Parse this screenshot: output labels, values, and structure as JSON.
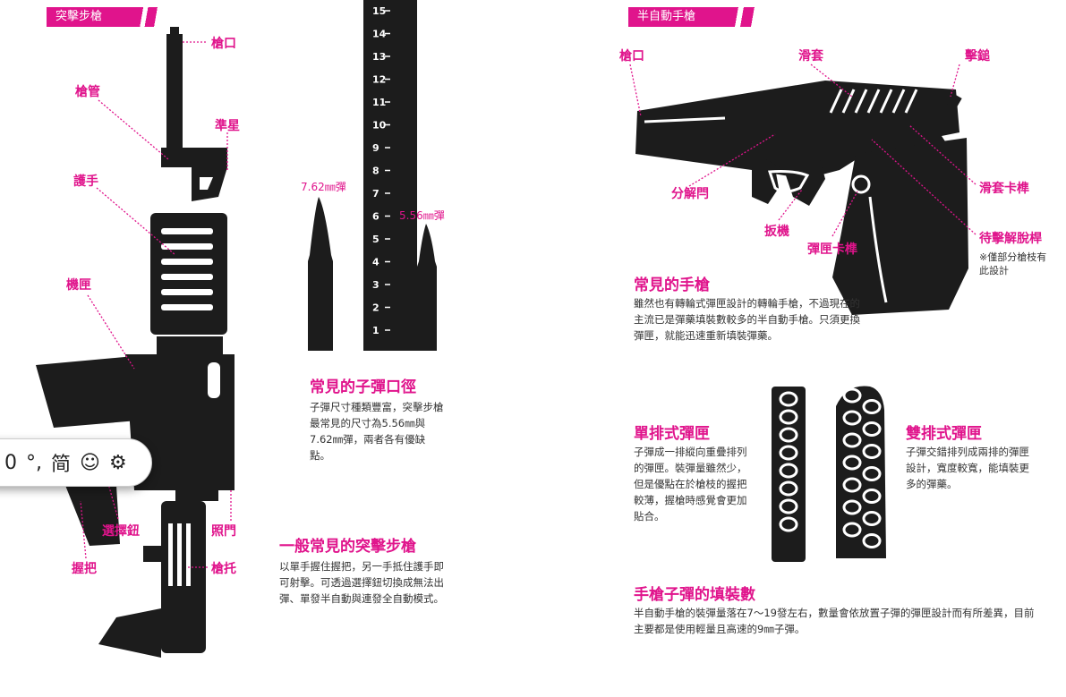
{
  "left": {
    "section_tag": "突擊步槍",
    "labels": {
      "muzzle": "槍口",
      "barrel": "槍管",
      "front_sight": "準星",
      "handguard": "護手",
      "receiver": "機匣",
      "selector": "選擇鈕",
      "grip": "握把",
      "ejection_port": "照門",
      "stock": "槍托"
    },
    "bullet_762": "7.62㎜彈",
    "bullet_556": "5.56㎜彈",
    "ruler_ticks": [
      "15",
      "14",
      "13",
      "12",
      "11",
      "10",
      "9",
      "8",
      "7",
      "6",
      "5",
      "4",
      "3",
      "2",
      "1"
    ],
    "calibers_title": "常見的子彈口徑",
    "calibers_text": "子彈尺寸種類豐富，突擊步槍最常見的尺寸為5.56㎜與7.62㎜彈，兩者各有優缺點。",
    "rifle_title": "一般常見的突擊步槍",
    "rifle_text": "以單手握住握把，另一手抵住護手即可射擊。可透過選擇鈕切換成無法出彈、單發半自動與連發全自動模式。"
  },
  "right": {
    "section_tag": "半自動手槍",
    "labels": {
      "muzzle": "槍口",
      "slide": "滑套",
      "hammer": "擊鎚",
      "takedown": "分解閂",
      "slide_stop": "滑套卡榫",
      "trigger": "扳機",
      "mag_release": "彈匣卡榫",
      "decocker": "待擊解脫桿"
    },
    "decocker_note": "※僅部分槍枝有此設計",
    "pistol_title": "常見的手槍",
    "pistol_text": "雖然也有轉輪式彈匣設計的轉輪手槍，不過現在的主流已是彈藥填裝數較多的半自動手槍。只須更換彈匣，就能迅速重新填裝彈藥。",
    "single_title": "單排式彈匣",
    "single_text": "子彈成一排縱向重疊排列的彈匣。裝彈量雖然少，但是優點在於槍枝的握把較薄，握槍時感覺會更加貼合。",
    "double_title": "雙排式彈匣",
    "double_text": "子彈交錯排列成兩排的彈匣設計，寬度較寬，能填裝更多的彈藥。",
    "capacity_title": "手槍子彈的填裝數",
    "capacity_text": "半自動手槍的裝彈量落在7〜19發左右，數量會依放置子彈的彈匣設計而有所差異，目前主要都是使用輕量且高速的9㎜子彈。"
  },
  "toolbar": {
    "items": [
      "0",
      "°,",
      "简",
      "☺",
      "⚙"
    ]
  },
  "colors": {
    "accent": "#e0148c",
    "ink": "#1c1c1c"
  }
}
